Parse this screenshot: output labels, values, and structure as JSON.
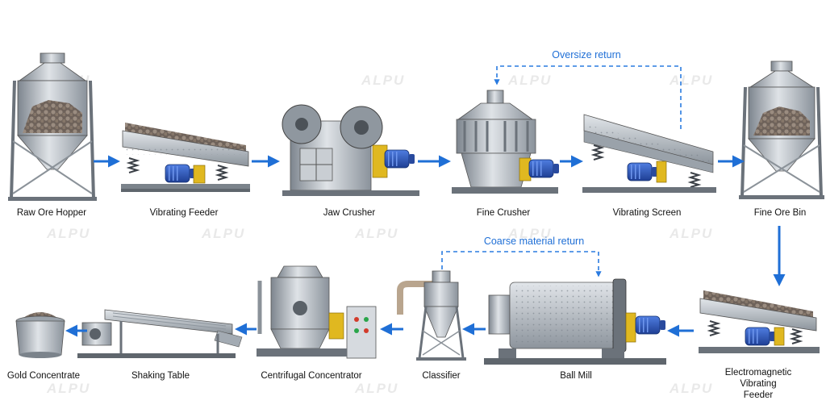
{
  "colors": {
    "arrow": "#1f6fd6",
    "motor": "#2f56b8",
    "guard": "#e0b820",
    "steel": "#a9b0b8"
  },
  "watermark": "ALPU",
  "stages": [
    {
      "label": "Raw Ore Hopper"
    },
    {
      "label": "Vibrating Feeder"
    },
    {
      "label": "Jaw Crusher"
    },
    {
      "label": "Fine Crusher"
    },
    {
      "label": "Vibrating Screen"
    },
    {
      "label": "Fine Ore Bin"
    },
    {
      "label": "Electromagnetic\nVibrating Feeder"
    },
    {
      "label": "Ball Mill"
    },
    {
      "label": "Classifier"
    },
    {
      "label": "Centrifugal Concentrator"
    },
    {
      "label": "Shaking Table"
    },
    {
      "label": "Gold Concentrate"
    }
  ],
  "returns": {
    "oversize": "Oversize return",
    "coarse": "Coarse material return"
  }
}
